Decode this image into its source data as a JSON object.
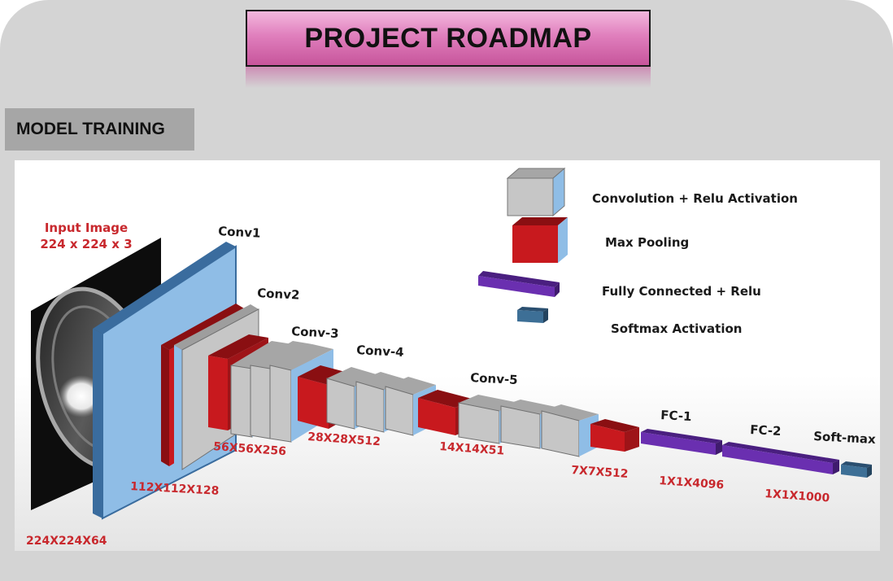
{
  "header": {
    "title": "PROJECT ROADMAP"
  },
  "section": {
    "label": "MODEL TRAINING"
  },
  "diagram": {
    "input": {
      "title": "Input Image",
      "size": "224 x 224 x 3"
    },
    "layers": {
      "conv1": "Conv1",
      "conv2": "Conv2",
      "conv3": "Conv-3",
      "conv4": "Conv-4",
      "conv5": "Conv-5",
      "fc1": "FC-1",
      "fc2": "FC-2",
      "softmax": "Soft-max"
    },
    "dims": {
      "d1": "224X224X64",
      "d2": "112X112X128",
      "d3": "56X56X256",
      "d4": "28X28X512",
      "d5": "14X14X51",
      "d6": "7X7X512",
      "d7": "1X1X4096",
      "d8": "1X1X1000"
    },
    "legend": [
      {
        "key": "conv",
        "label": "Convolution + Relu Activation"
      },
      {
        "key": "pool",
        "label": "Max Pooling"
      },
      {
        "key": "fc",
        "label": "Fully  Connected + Relu"
      },
      {
        "key": "softmax",
        "label": "Softmax Activation"
      }
    ],
    "colors": {
      "conv_front": "#c6c6c6",
      "conv_side": "#8fbde6",
      "pool": "#c8191e",
      "fc": "#6a2fb0",
      "softmax": "#3d6f96",
      "conv1": "#8fbde6",
      "label_red": "#c8282d"
    }
  }
}
